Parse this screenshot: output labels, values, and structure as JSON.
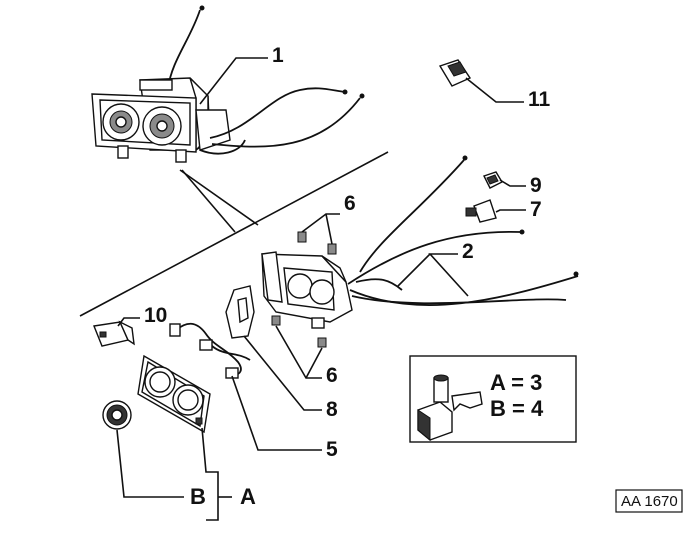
{
  "callouts": {
    "c1": "1",
    "c2": "2",
    "c5": "5",
    "c6a": "6",
    "c6b": "6",
    "c7": "7",
    "c8": "8",
    "c9": "9",
    "c10": "10",
    "c11": "11"
  },
  "group": {
    "a_label": "A",
    "b_label": "B"
  },
  "legend": {
    "a_line": "A = 3",
    "b_line": "B = 4",
    "icon": "parts-kit-icon"
  },
  "reference": "AA 1670"
}
